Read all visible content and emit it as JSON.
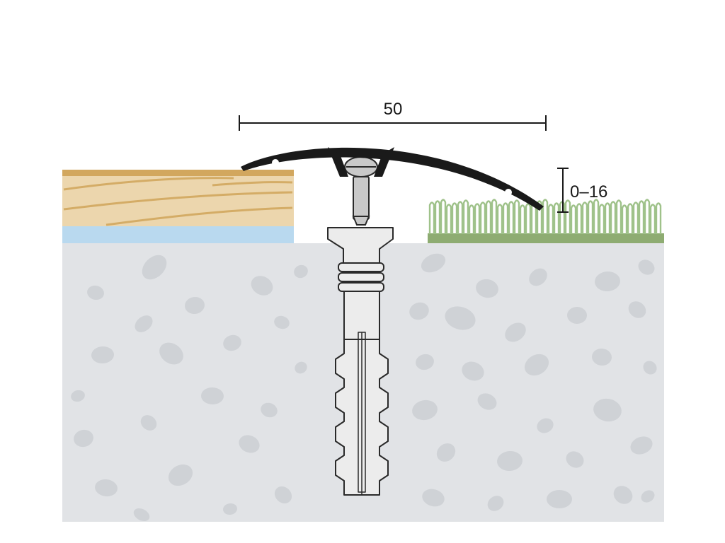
{
  "dimensions": {
    "width_label": "50",
    "height_label": "0–16"
  },
  "colors": {
    "background": "#ffffff",
    "concrete": "#e1e3e6",
    "stone": "#cfd2d6",
    "wood_top": "#d2a75e",
    "wood_body": "#ecd6ad",
    "wood_grain": "#d4ac66",
    "underlay": "#b9d9ef",
    "carpet_base": "#8eac72",
    "carpet_loop": "#9fc28a",
    "profile": "#1a1a1a",
    "screw": "#c9c9c9",
    "dowel": "#ececec",
    "outline": "#2a2a2a"
  },
  "components": [
    "concrete-subfloor",
    "wood-floor",
    "foam-underlay",
    "carpet",
    "transition-profile",
    "screw",
    "wall-plug"
  ]
}
